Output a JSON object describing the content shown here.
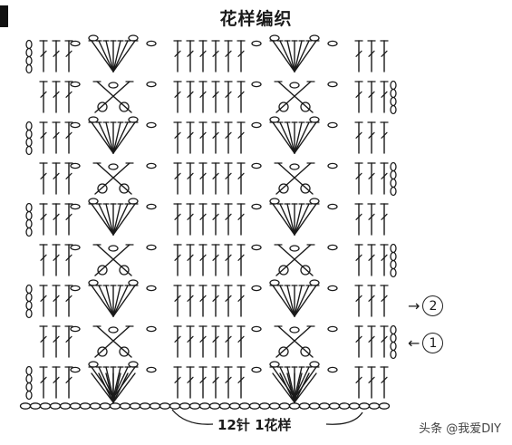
{
  "diagram": {
    "title": "花样编织",
    "repeat_label": "12针 1花样",
    "row_marker_1": "1",
    "row_marker_2": "2",
    "watermark": "头条 @我爱DIY",
    "ink_color": "#1a1a1a",
    "background": "#ffffff"
  }
}
